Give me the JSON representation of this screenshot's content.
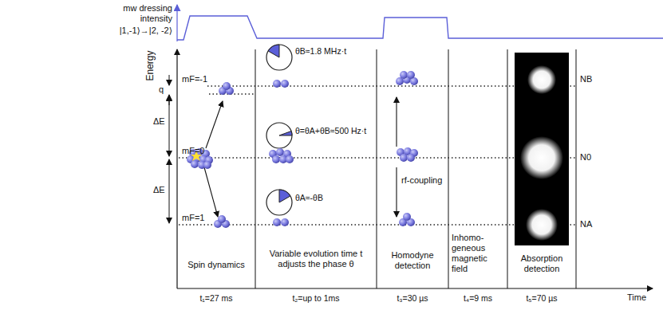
{
  "diagram": {
    "labels": [
      "mw dressing intensity",
      "|1,-1⟩→|2, -2⟩",
      "Energy",
      "q",
      "ΔE",
      "ΔE",
      "mF=-1",
      "mF=0",
      "mF=1",
      "θB≈1.8 MHz·t",
      "θ=θA+θB≈500 Hz·t",
      "θA≈-θB",
      "rf-coupling",
      "NB",
      "N0",
      "NA",
      "Spin dynamics",
      "Variable evolution time t adjusts the phase θ",
      "Homodyne detection",
      "Inhomo- geneous magnetic field",
      "Absorption detection",
      "t₁=27 ms",
      "t₂=up to 1ms",
      "t₃=30 µs",
      "t₄=9 ms",
      "t₅=70 µs",
      "Time"
    ]
  }
}
